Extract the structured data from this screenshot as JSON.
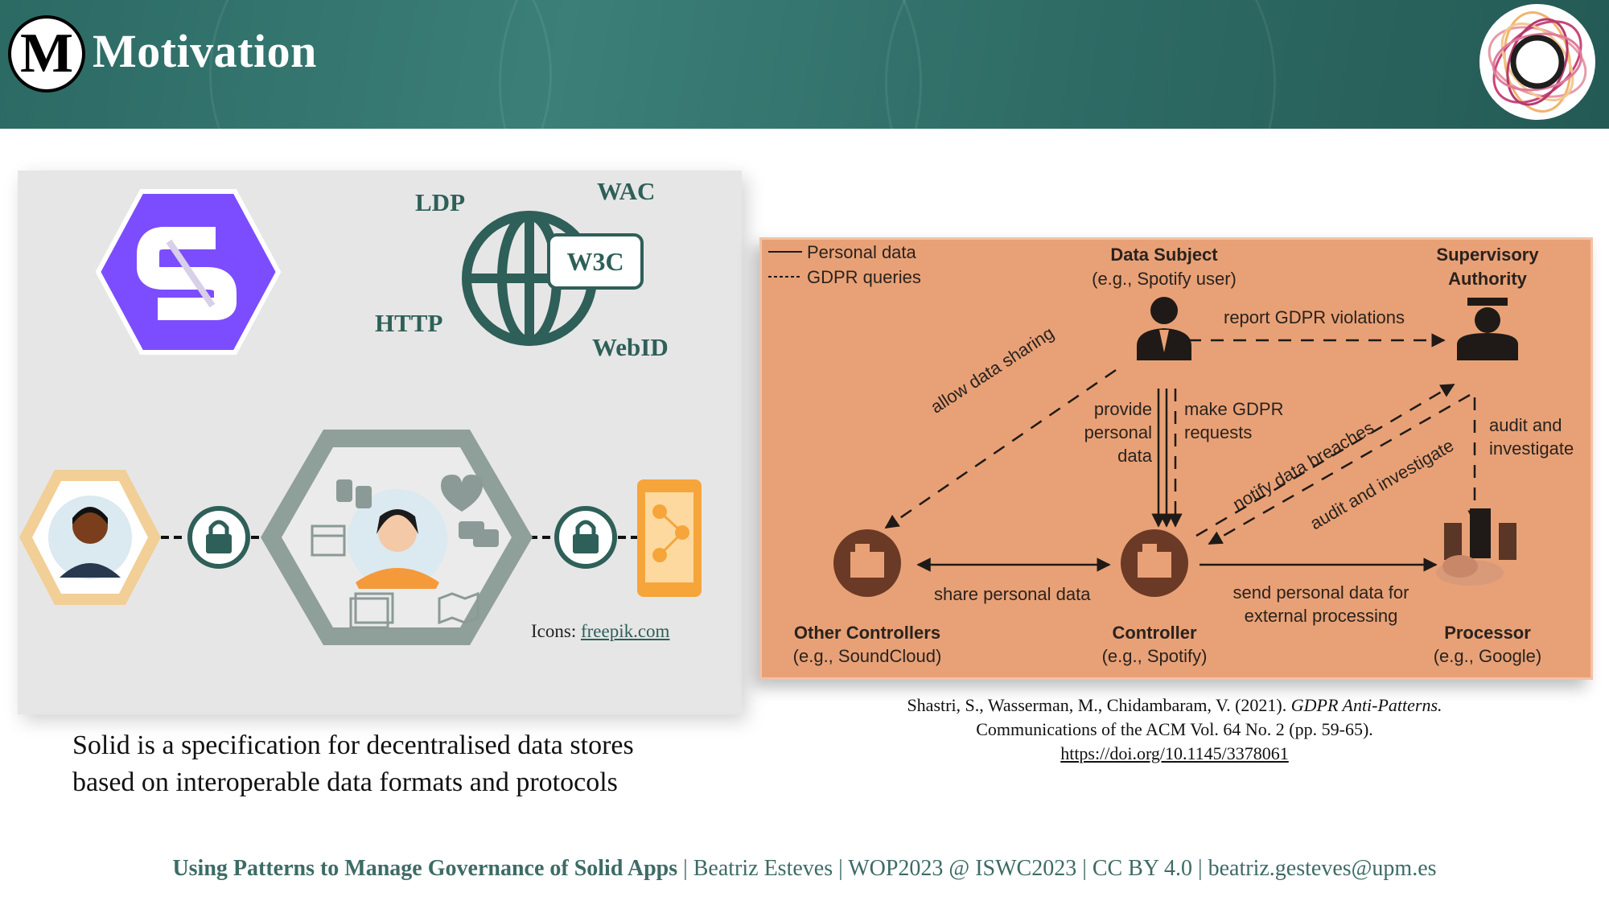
{
  "header": {
    "badge_letter": "M",
    "title": "Motivation"
  },
  "left": {
    "labels": {
      "ldp": "LDP",
      "wac": "WAC",
      "http": "HTTP",
      "webid": "WebID",
      "w3c": "W3C"
    },
    "icons_label": "Icons:",
    "icons_link": "freepik.com",
    "caption_line1": "Solid is a specification for decentralised data stores",
    "caption_line2": "based on interoperable data formats and protocols",
    "colors": {
      "solid_purple": "#7c4dff",
      "teal": "#2e5f58",
      "orange": "#f6a53a"
    }
  },
  "diagram": {
    "legend_personal": "Personal data",
    "legend_gdpr": "GDPR queries",
    "data_subject_title": "Data Subject",
    "data_subject_sub": "(e.g., Spotify user)",
    "supervisory_title_1": "Supervisory",
    "supervisory_title_2": "Authority",
    "report_violations": "report GDPR violations",
    "allow_sharing": "allow data sharing",
    "provide_1": "provide",
    "provide_2": "personal",
    "provide_3": "data",
    "make_1": "make GDPR",
    "make_2": "requests",
    "notify_breaches": "notify data breaches",
    "audit_diag": "audit and investigate",
    "audit_1": "audit and",
    "audit_2": "investigate",
    "share_personal": "share personal data",
    "send_1": "send personal data for",
    "send_2": "external processing",
    "other_title": "Other Controllers",
    "other_sub": "(e.g., SoundCloud)",
    "controller_title": "Controller",
    "controller_sub": "(e.g., Spotify)",
    "processor_title": "Processor",
    "processor_sub": "(e.g., Google)",
    "background_color": "#e8a176"
  },
  "citation": {
    "authors": "Shastri, S., Wasserman, M., Chidambaram, V. (2021).",
    "title": "GDPR Anti-Patterns.",
    "journal": "Communications of  the ACM Vol. 64 No. 2 (pp. 59-65).",
    "doi": "https://doi.org/10.1145/3378061"
  },
  "footer": {
    "talk_title": "Using Patterns to Manage Governance of Solid Apps",
    "rest": " | Beatriz Esteves | WOP2023 @ ISWC2023 | CC BY 4.0 | beatriz.gesteves@upm.es"
  }
}
